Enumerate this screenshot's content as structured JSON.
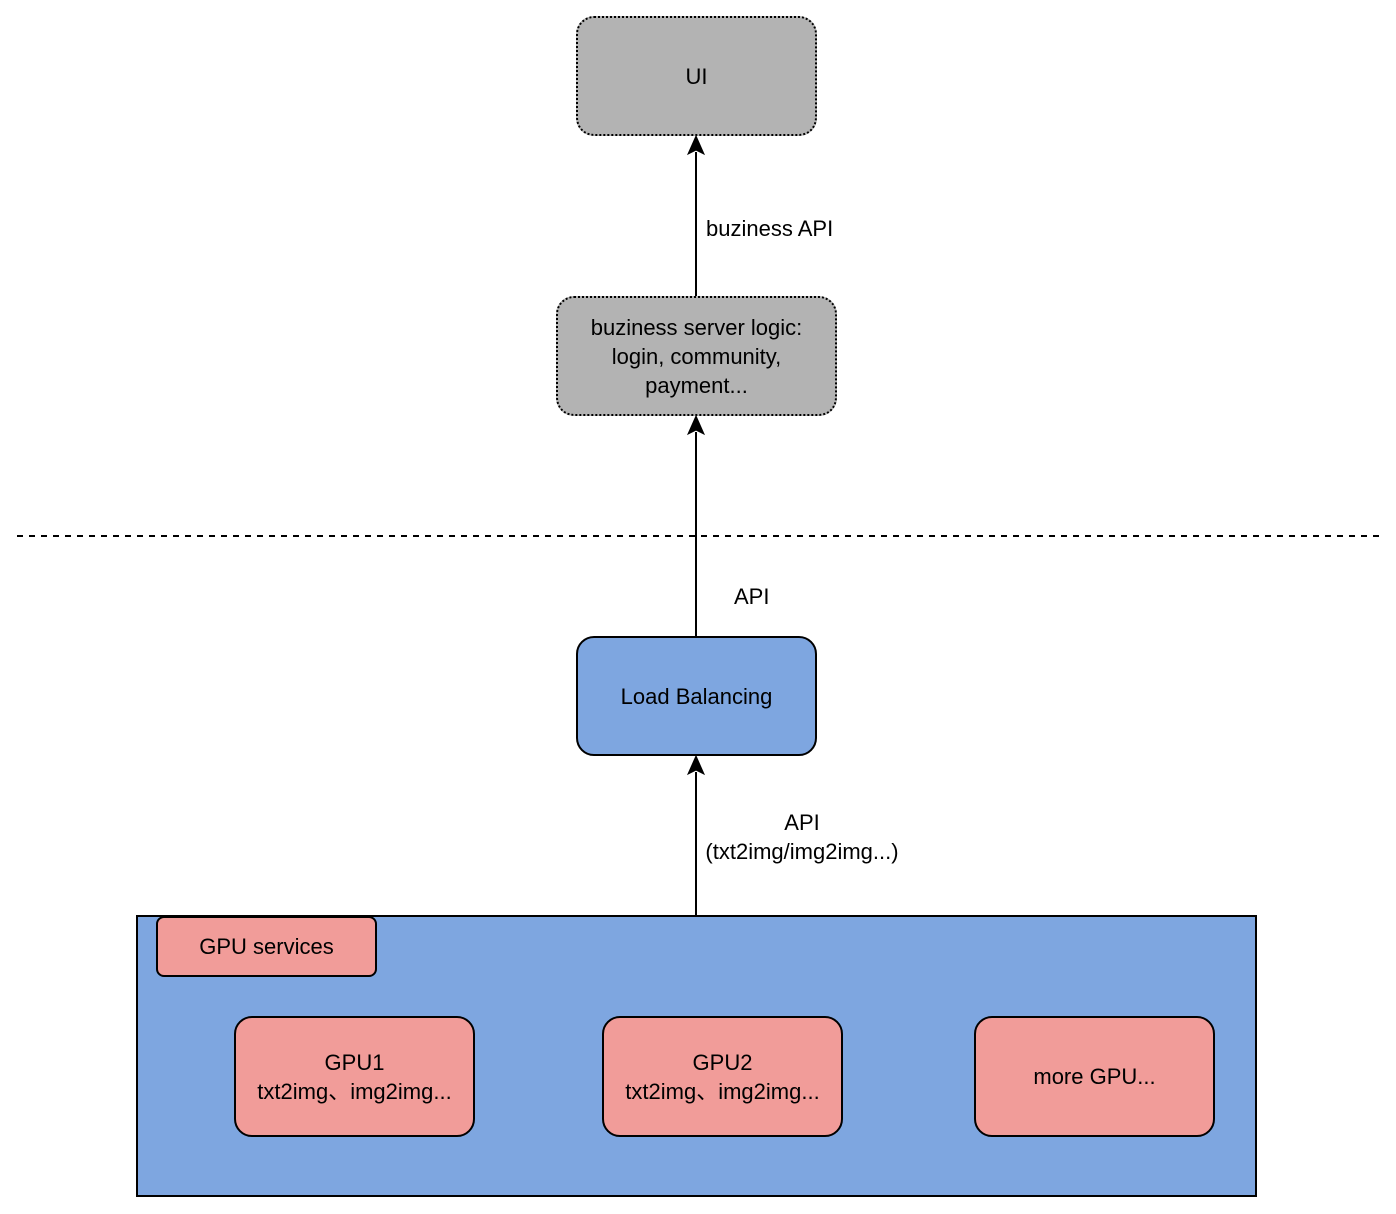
{
  "nodes": {
    "ui": {
      "label": "UI"
    },
    "business_server": {
      "lines": [
        "buziness server logic:",
        "login, community,",
        "payment..."
      ]
    },
    "load_balancing": {
      "label": "Load Balancing"
    },
    "gpu_group": {
      "title": "GPU services",
      "gpu1": {
        "lines": [
          "GPU1",
          "txt2img、img2img..."
        ]
      },
      "gpu2": {
        "lines": [
          "GPU2",
          "txt2img、img2img..."
        ]
      },
      "more": {
        "label": "more GPU..."
      }
    }
  },
  "edges": {
    "business_to_ui": {
      "label": "buziness API"
    },
    "lb_to_business": {
      "label": "API"
    },
    "gpu_to_lb": {
      "lines": [
        "API",
        "(txt2img/img2img...)"
      ]
    }
  },
  "colors": {
    "gray_fill": "#b3b3b3",
    "blue_fill": "#7ea6e0",
    "pink_fill": "#f19c99",
    "stroke": "#000000"
  }
}
